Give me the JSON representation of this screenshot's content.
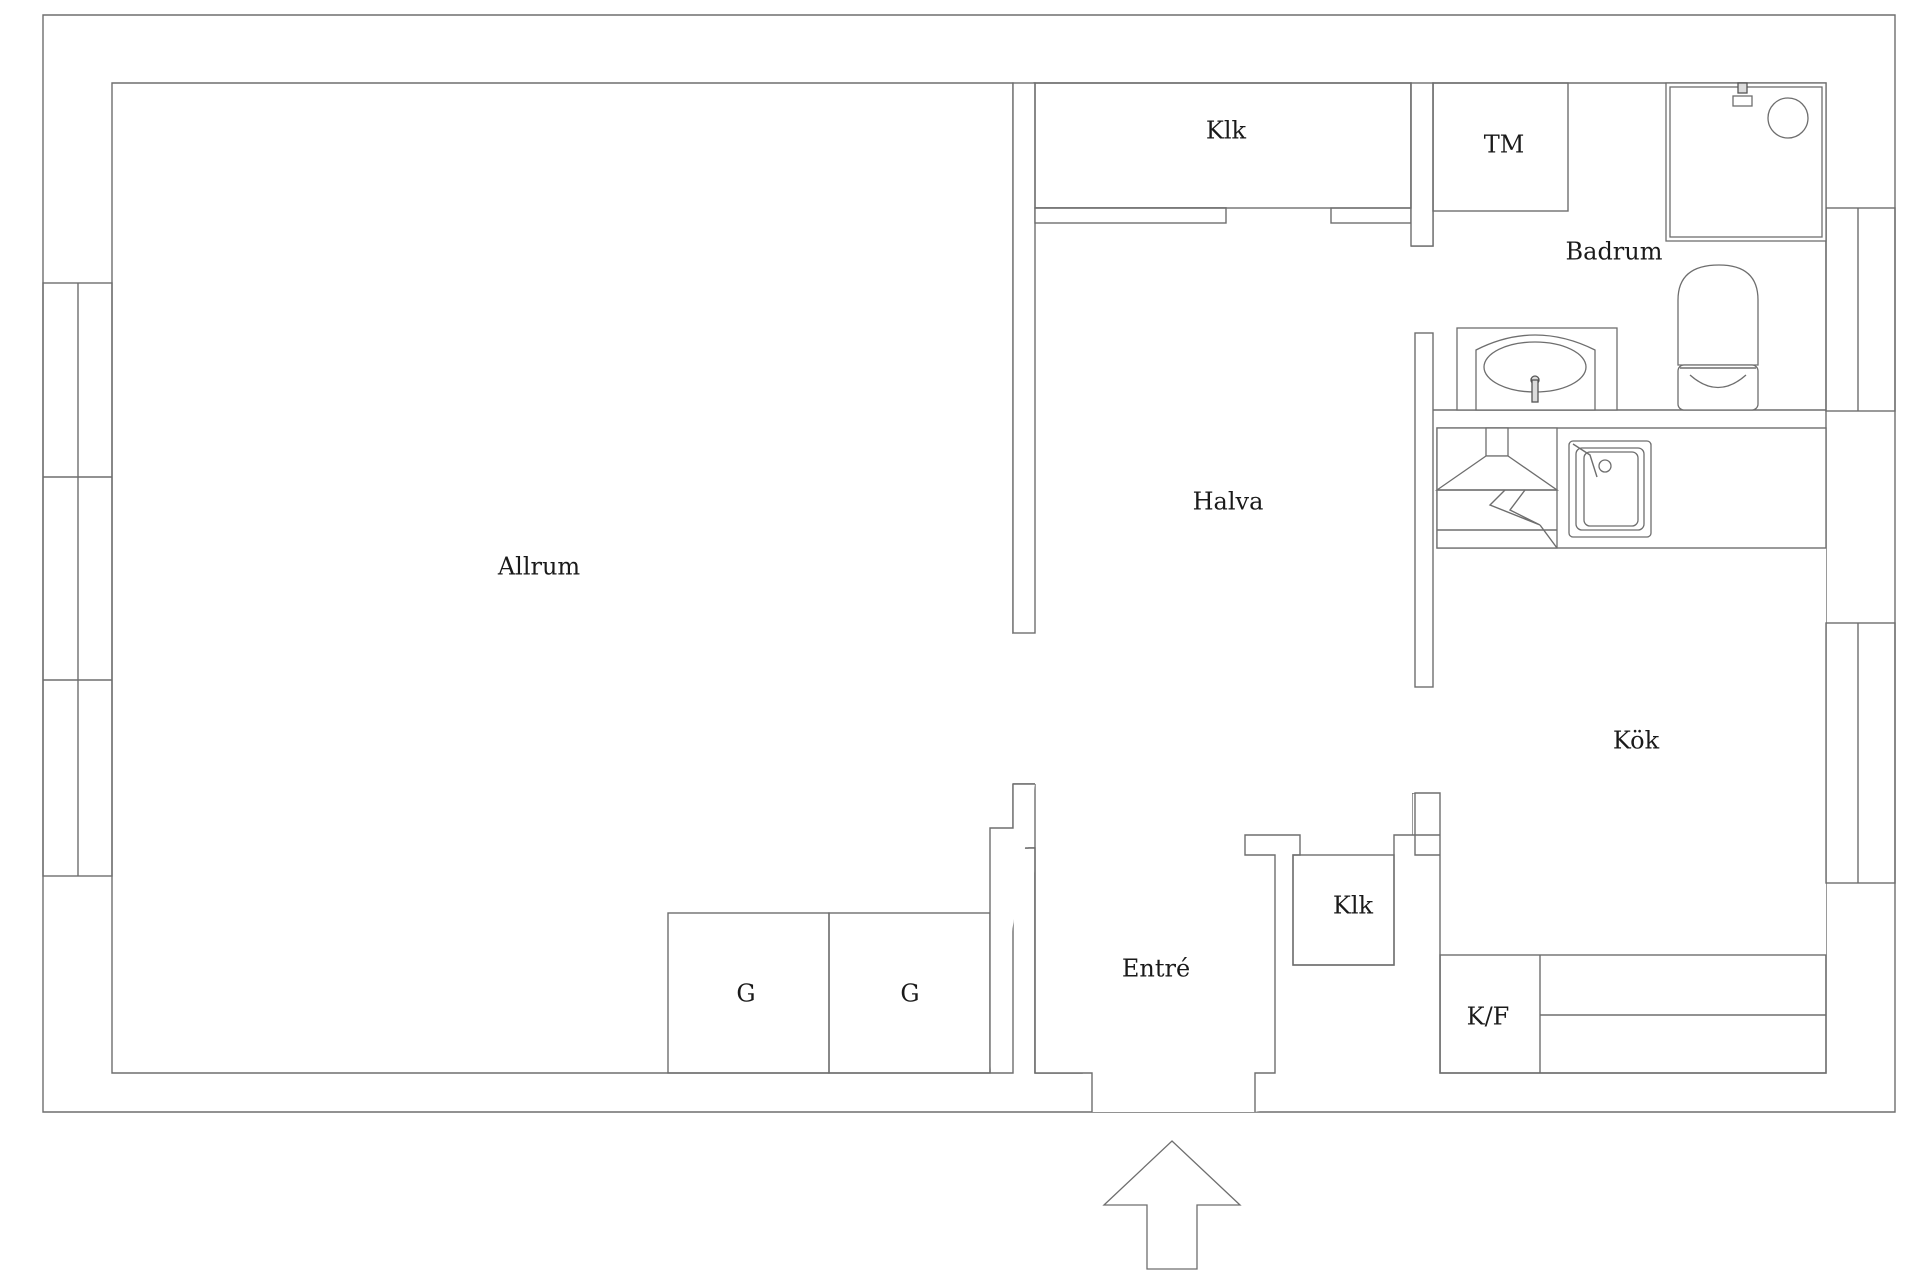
{
  "floor_plan": {
    "rooms": {
      "allrum": "Allrum",
      "halva": "Halva",
      "klk_top": "Klk",
      "tm": "TM",
      "badrum": "Badrum",
      "kok": "Kök",
      "klk_bottom": "Klk",
      "entre": "Entré",
      "g1": "G",
      "g2": "G",
      "kf": "K/F"
    },
    "colors": {
      "line": "#6e6e6e",
      "text": "#1a1a1a",
      "background": "#ffffff"
    },
    "icons": [
      "entrance-arrow-icon",
      "sink-icon",
      "toilet-icon",
      "shower-icon",
      "stove-hood-icon",
      "kitchen-sink-icon"
    ]
  }
}
